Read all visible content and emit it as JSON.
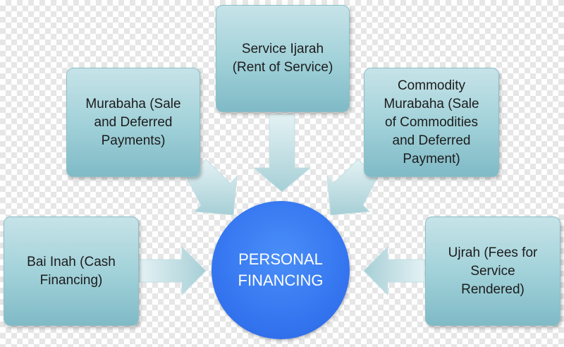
{
  "center": {
    "lines": [
      "PERSONAL",
      "FINANCING"
    ],
    "color": "#3576f0"
  },
  "nodes": {
    "service_ijarah": {
      "lines": [
        "Service Ijarah",
        "(Rent of Service)"
      ]
    },
    "murabaha": {
      "lines": [
        "Murabaha (Sale",
        "and Deferred",
        "Payments)"
      ]
    },
    "commodity_murabaha": {
      "lines": [
        "Commodity",
        "Murabaha (Sale",
        "of Commodities",
        "and Deferred",
        "Payment)"
      ]
    },
    "bai_inah": {
      "lines": [
        "Bai Inah (Cash",
        "Financing)"
      ]
    },
    "ujrah": {
      "lines": [
        "Ujrah (Fees for",
        "Service",
        "Rendered)"
      ]
    }
  },
  "colors": {
    "box_fill": "#9fd0d8",
    "arrow_fill": "#bcdce2"
  }
}
